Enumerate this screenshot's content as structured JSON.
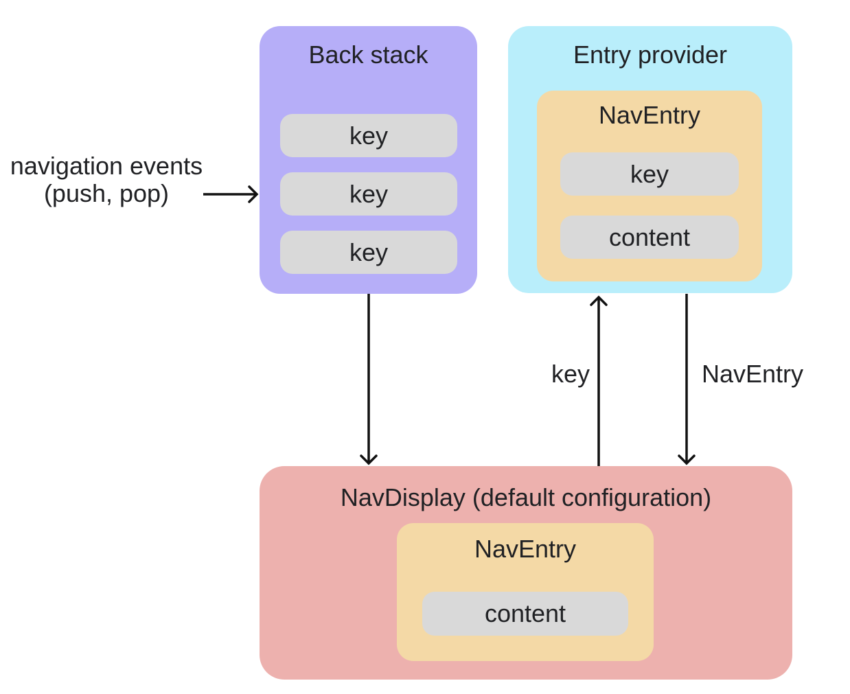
{
  "colors": {
    "canvas_bg": "#ffffff",
    "back_stack_bg": "#b6aef8",
    "entry_provider_bg": "#b9eefb",
    "nav_entry_bg": "#f4d9a6",
    "nav_display_bg": "#edb1ae",
    "pill_bg": "#d9d9d9",
    "text": "#202124",
    "arrow": "#111111"
  },
  "diagram": {
    "back_stack": {
      "title": "Back stack",
      "keys": [
        "key",
        "key",
        "key"
      ]
    },
    "entry_provider": {
      "title": "Entry provider",
      "nav_entry": {
        "title": "NavEntry",
        "key": "key",
        "content": "content"
      }
    },
    "nav_display": {
      "title": "NavDisplay (default configuration)",
      "nav_entry": {
        "title": "NavEntry",
        "content": "content"
      }
    },
    "annotations": {
      "navigation_events_line1": "navigation events",
      "navigation_events_line2": "(push, pop)",
      "key_arrow_label": "key",
      "nav_entry_arrow_label": "NavEntry"
    }
  }
}
